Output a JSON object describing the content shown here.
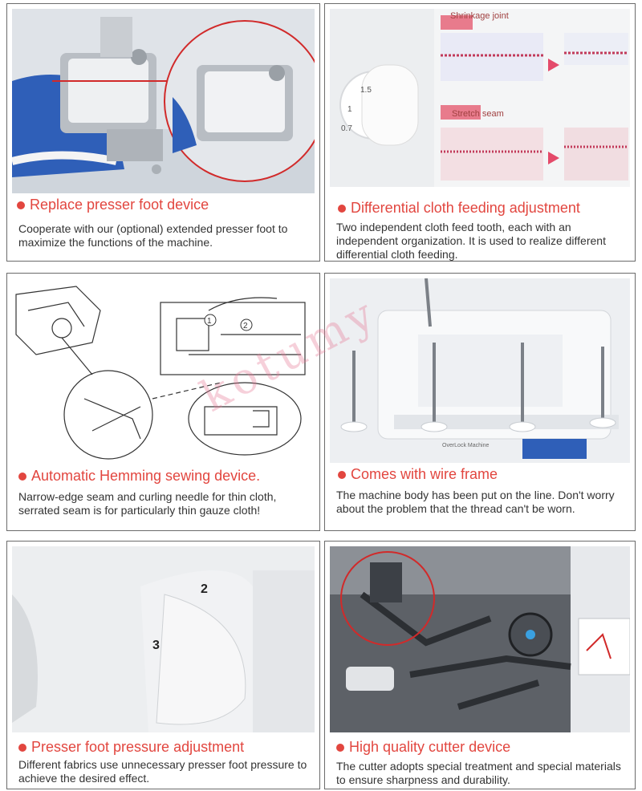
{
  "panels": [
    {
      "title": "Replace presser foot device",
      "description": "Cooperate with our (optional) extended presser foot to maximize the functions of the machine.",
      "icon": "red-dot-icon"
    },
    {
      "title": "Differential cloth feeding adjustment",
      "description": "Two independent cloth feed tooth, each with an independent organization. It is used to realize different differential cloth feeding.",
      "icon": "red-dot-icon",
      "labels": {
        "shrinkage": "Shrinkage joint",
        "stretch": "Stretch seam"
      },
      "dial": [
        "1.5",
        "1",
        "0.7"
      ]
    },
    {
      "title": "Automatic Hemming sewing device.",
      "description": "Narrow-edge seam and curling needle for thin cloth, serrated seam is for particularly thin gauze cloth!",
      "icon": "red-dot-icon",
      "steps": [
        "1",
        "2"
      ]
    },
    {
      "title": "Comes with wire frame",
      "description": "The machine body has been put on the line. Don't worry about the problem that the thread can't be worn.",
      "icon": "red-dot-icon",
      "machine_label": "OverLock Machine"
    },
    {
      "title": "Presser foot pressure adjustment",
      "description": "Different fabrics use unnecessary presser foot pressure to achieve the desired effect.",
      "icon": "red-dot-icon",
      "dial": [
        "2",
        "3"
      ]
    },
    {
      "title": "High quality cutter device",
      "description": "The cutter adopts special treatment and special materials to ensure sharpness and durability.",
      "icon": "red-dot-icon"
    }
  ],
  "watermark": "kotumy"
}
